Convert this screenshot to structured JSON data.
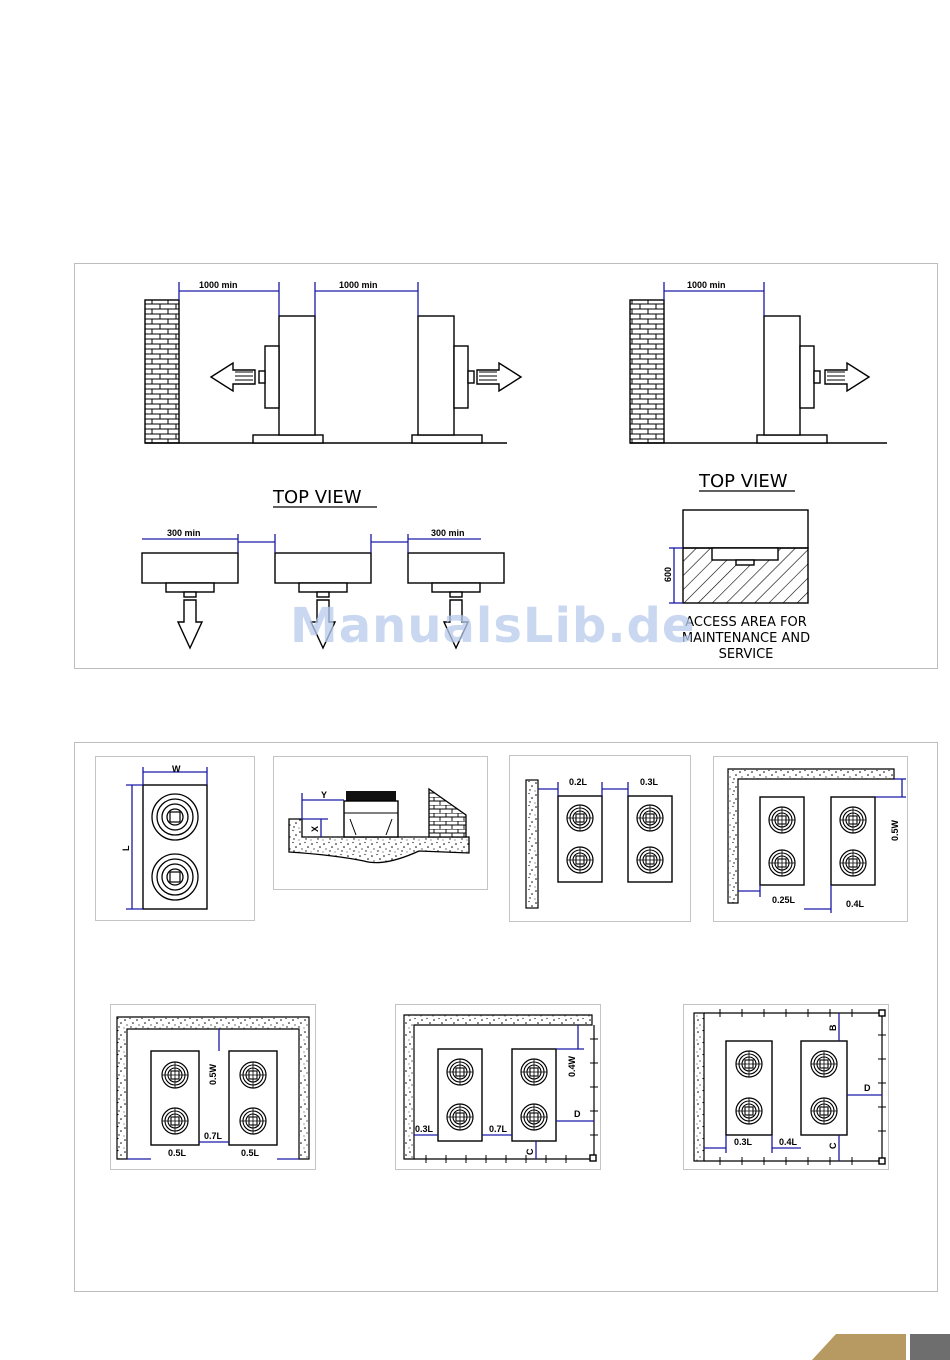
{
  "clearance_diagram": {
    "dim_1000_left": "1000 min",
    "dim_1000_middle": "1000 min",
    "dim_1000_right": "1000 min",
    "top_view_left": "TOP VIEW",
    "top_view_right": "TOP VIEW",
    "dim_300_left": "300 min",
    "dim_300_right": "300 min",
    "dim_600": "600",
    "access_line1": "ACCESS AREA FOR",
    "access_line2": "MAINTENANCE AND",
    "access_line3": "SERVICE"
  },
  "layout_diagram": {
    "unit": {
      "w": "W",
      "l": "L"
    },
    "elevation": {
      "y": "Y",
      "x": "X"
    },
    "one_wall": {
      "a": "0.2L",
      "b": "0.3L"
    },
    "two_walls": {
      "a": "0.25L",
      "b": "0.4L",
      "c": "0.5W"
    },
    "enclosed": {
      "a": "0.5L",
      "b": "0.7L",
      "c": "0.5L",
      "d": "0.5W"
    },
    "partial_fence": {
      "a": "0.3L",
      "b": "0.7L",
      "c": "0.4W",
      "d": "D",
      "e": "C"
    },
    "fenced": {
      "a": "0.3L",
      "b": "0.4L",
      "c": "B",
      "d": "D",
      "e": "C"
    }
  },
  "watermark": "ManualsLib.de",
  "colors": {
    "dimension": "#1a1aa6",
    "watermark": "#b8ccec",
    "corner_gold": "#b79a62",
    "corner_gray": "#6e6e6e"
  }
}
